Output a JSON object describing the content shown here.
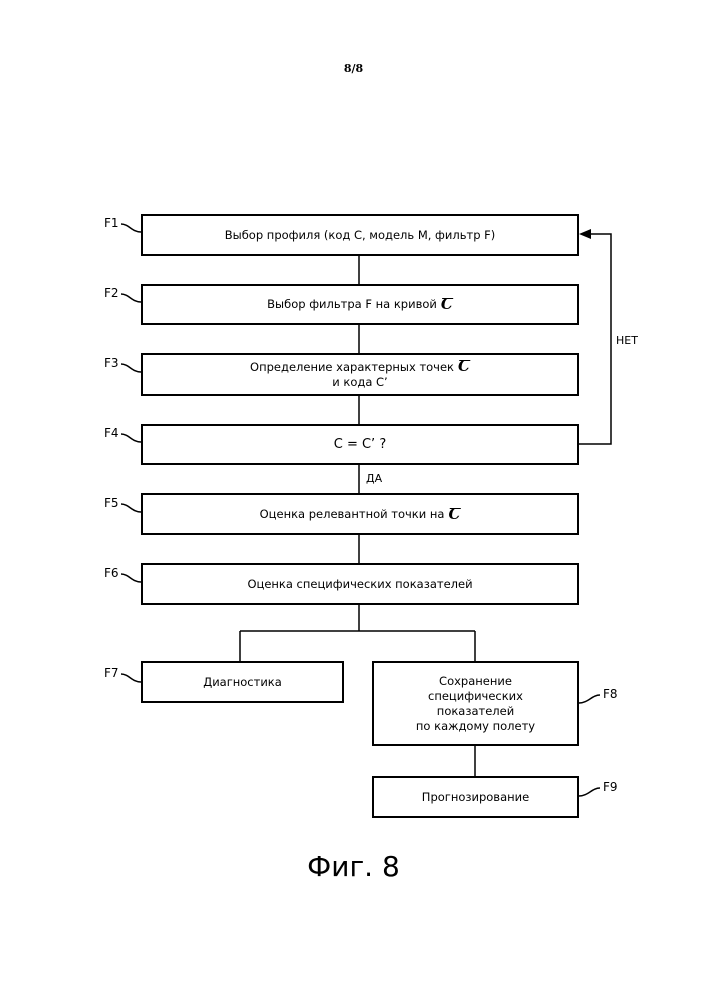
{
  "page_number": "8/8",
  "steps": {
    "f1": {
      "id": "F1",
      "text": "Выбор профиля (код C, модель M, фильтр F)"
    },
    "f2": {
      "id": "F2",
      "text": "Выбор фильтра F на кривой",
      "symbol": "Ꞇ"
    },
    "f3": {
      "id": "F3",
      "line1": "Определение характерных точек",
      "symbol": "Ꞇ",
      "line2": "и кода C’"
    },
    "f4": {
      "id": "F4",
      "text": "C = C’ ?"
    },
    "f5": {
      "id": "F5",
      "text": "Оценка релевантной точки на",
      "symbol": "Ꞇ"
    },
    "f6": {
      "id": "F6",
      "text": "Оценка специфических показателей"
    },
    "f7": {
      "id": "F7",
      "text": "Диагностика"
    },
    "f8": {
      "id": "F8",
      "lines": [
        "Сохранение",
        "специфических",
        "показателей",
        "по каждому полету"
      ]
    },
    "f9": {
      "id": "F9",
      "text": "Прогнозирование"
    }
  },
  "edges": {
    "yes": "ДА",
    "no": "НЕТ"
  },
  "caption": "Фиг. 8"
}
